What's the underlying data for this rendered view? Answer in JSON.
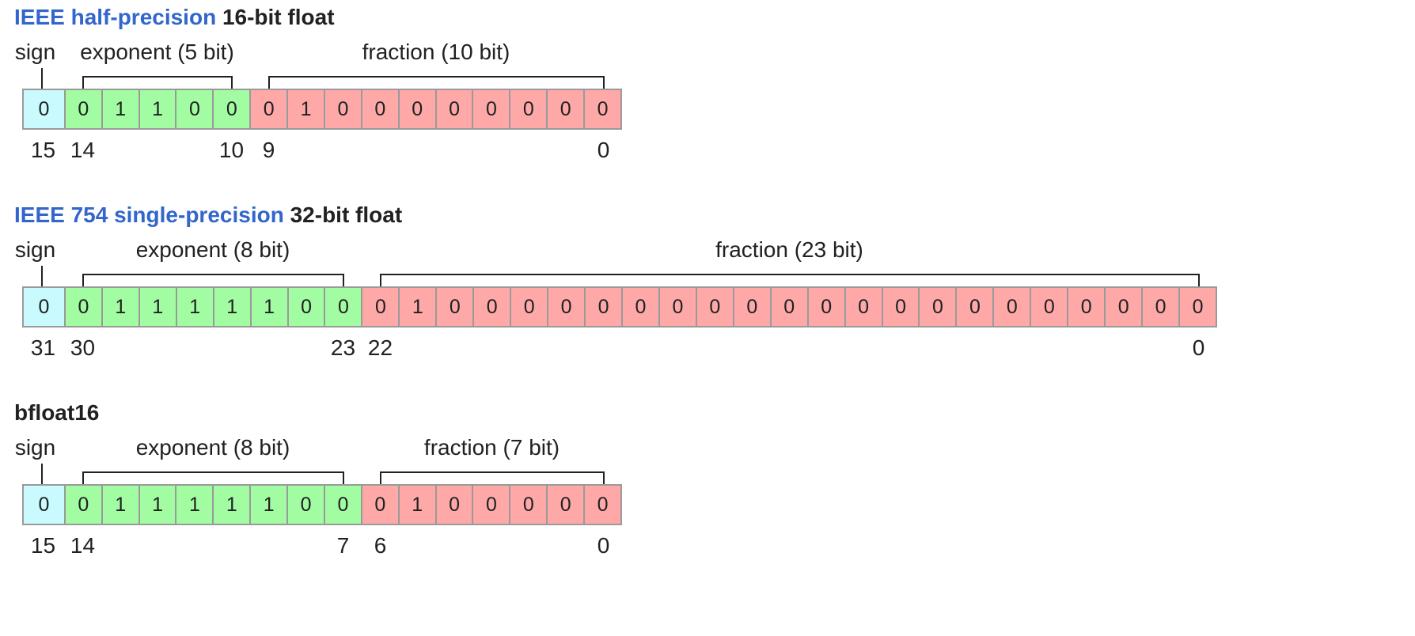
{
  "formats": [
    {
      "title_link": "IEEE half-precision",
      "title_plain": "16-bit float",
      "labels": {
        "sign": "sign",
        "exponent": "exponent (5 bit)",
        "fraction": "fraction (10 bit)"
      },
      "sign_bits": [
        "0"
      ],
      "exponent_bits": [
        "0",
        "1",
        "1",
        "0",
        "0"
      ],
      "fraction_bits": [
        "0",
        "1",
        "0",
        "0",
        "0",
        "0",
        "0",
        "0",
        "0",
        "0"
      ],
      "indices": [
        "15",
        "14",
        "10",
        "9",
        "0"
      ]
    },
    {
      "title_link": "IEEE 754 single-precision",
      "title_plain": "32-bit float",
      "labels": {
        "sign": "sign",
        "exponent": "exponent (8 bit)",
        "fraction": "fraction (23 bit)"
      },
      "sign_bits": [
        "0"
      ],
      "exponent_bits": [
        "0",
        "1",
        "1",
        "1",
        "1",
        "1",
        "0",
        "0"
      ],
      "fraction_bits": [
        "0",
        "1",
        "0",
        "0",
        "0",
        "0",
        "0",
        "0",
        "0",
        "0",
        "0",
        "0",
        "0",
        "0",
        "0",
        "0",
        "0",
        "0",
        "0",
        "0",
        "0",
        "0",
        "0"
      ],
      "indices": [
        "31",
        "30",
        "23",
        "22",
        "0"
      ]
    },
    {
      "title_link": "",
      "title_plain": "bfloat16",
      "labels": {
        "sign": "sign",
        "exponent": "exponent (8 bit)",
        "fraction": "fraction (7 bit)"
      },
      "sign_bits": [
        "0"
      ],
      "exponent_bits": [
        "0",
        "1",
        "1",
        "1",
        "1",
        "1",
        "0",
        "0"
      ],
      "fraction_bits": [
        "0",
        "1",
        "0",
        "0",
        "0",
        "0",
        "0"
      ],
      "indices": [
        "15",
        "14",
        "7",
        "6",
        "0"
      ]
    }
  ],
  "colors": {
    "sign": "#c8fafe",
    "exponent": "#a2fca2",
    "fraction": "#fea8a8",
    "title_link": "#3366cc"
  }
}
